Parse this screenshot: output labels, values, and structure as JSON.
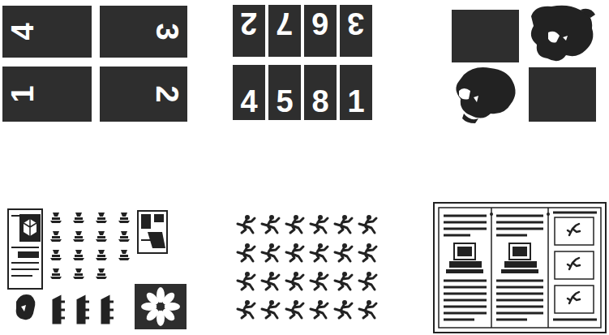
{
  "diagram": {
    "nodes": [
      {
        "text": [
          "4"
        ]
      },
      {
        "text": [
          "3"
        ]
      },
      {
        "text": [
          "1"
        ]
      },
      {
        "text": [
          "2"
        ]
      },
      {
        "text": [
          "2"
        ]
      },
      {
        "text": [
          "7"
        ]
      },
      {
        "text": [
          "6"
        ]
      },
      {
        "text": [
          "3"
        ]
      },
      {
        "text": [
          "4"
        ]
      },
      {
        "text": [
          "5"
        ]
      },
      {
        "text": [
          "8"
        ]
      },
      {
        "text": [
          "1"
        ]
      }
    ]
  }
}
